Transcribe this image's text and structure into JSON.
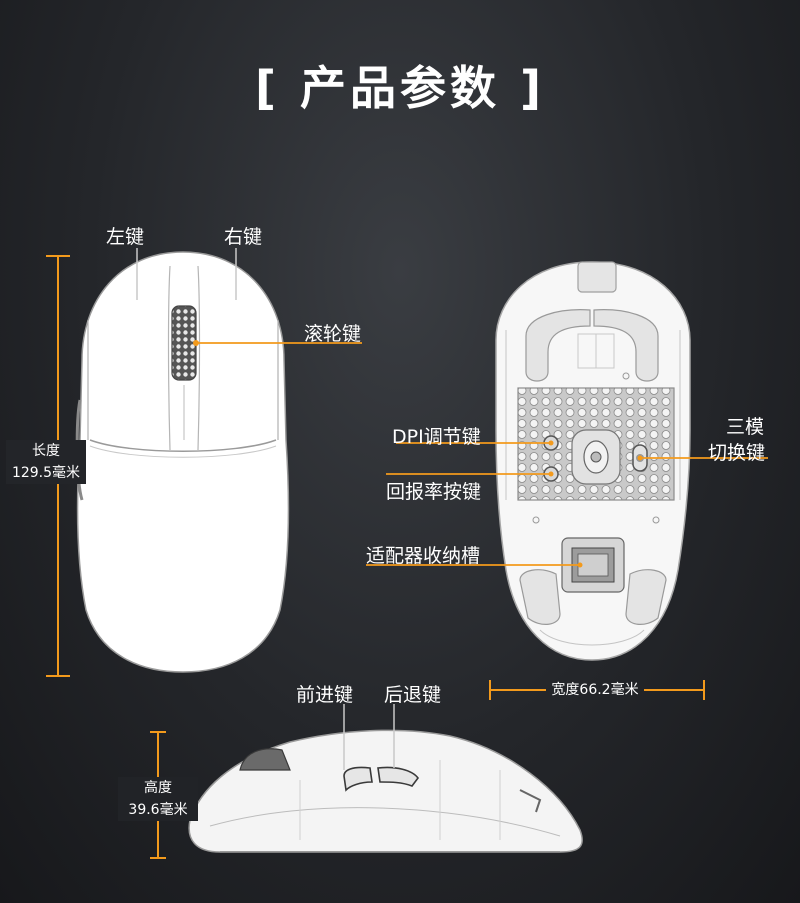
{
  "title": "[ 产品参数 ]",
  "top_view": {
    "left_button": "左键",
    "right_button": "右键",
    "scroll_wheel": "滚轮键",
    "length_label": "长度",
    "length_value": "129.5毫米"
  },
  "bottom_view": {
    "dpi_button": "DPI调节键",
    "polling_rate_button": "回报率按键",
    "mode_switch_line1": "三模",
    "mode_switch_line2": "切换键",
    "receiver_slot": "适配器收纳槽",
    "width_label": "宽度66.2毫米"
  },
  "side_view": {
    "forward_button": "前进键",
    "back_button": "后退键",
    "height_label": "高度",
    "height_value": "39.6毫米"
  },
  "colors": {
    "accent": "#f39a1c",
    "background": "#222428",
    "mouse_white": "#ffffff"
  }
}
